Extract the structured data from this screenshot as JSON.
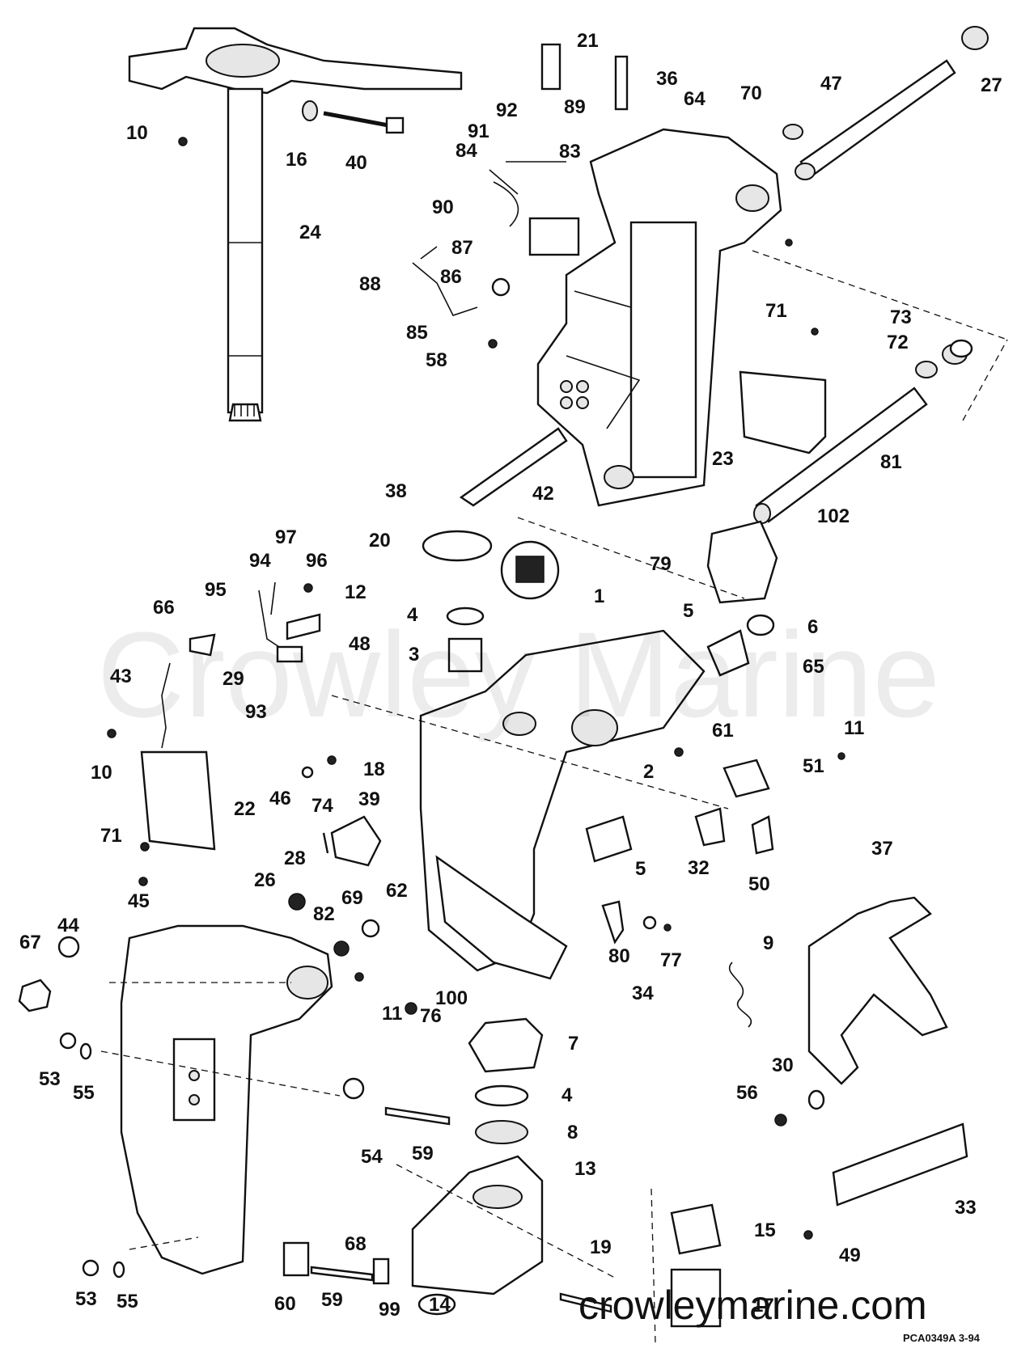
{
  "watermark": "Crowley Marine",
  "website": "crowleymarine.com",
  "drawing_code": "PCA0349A   3-94",
  "labels": [
    "1",
    "2",
    "3",
    "4",
    "4",
    "5",
    "5",
    "6",
    "7",
    "8",
    "9",
    "10",
    "10",
    "11",
    "11",
    "12",
    "13",
    "14",
    "15",
    "16",
    "17",
    "18",
    "19",
    "20",
    "21",
    "22",
    "23",
    "24",
    "26",
    "27",
    "28",
    "29",
    "30",
    "32",
    "33",
    "34",
    "36",
    "37",
    "38",
    "39",
    "40",
    "42",
    "43",
    "44",
    "45",
    "46",
    "47",
    "48",
    "49",
    "50",
    "51",
    "53",
    "53",
    "54",
    "55",
    "55",
    "56",
    "58",
    "59",
    "59",
    "60",
    "61",
    "62",
    "64",
    "65",
    "66",
    "67",
    "68",
    "69",
    "70",
    "71",
    "71",
    "72",
    "73",
    "74",
    "76",
    "77",
    "79",
    "80",
    "81",
    "82",
    "83",
    "84",
    "85",
    "86",
    "87",
    "88",
    "89",
    "90",
    "91",
    "92",
    "93",
    "94",
    "95",
    "96",
    "97",
    "99",
    "100",
    "102"
  ]
}
